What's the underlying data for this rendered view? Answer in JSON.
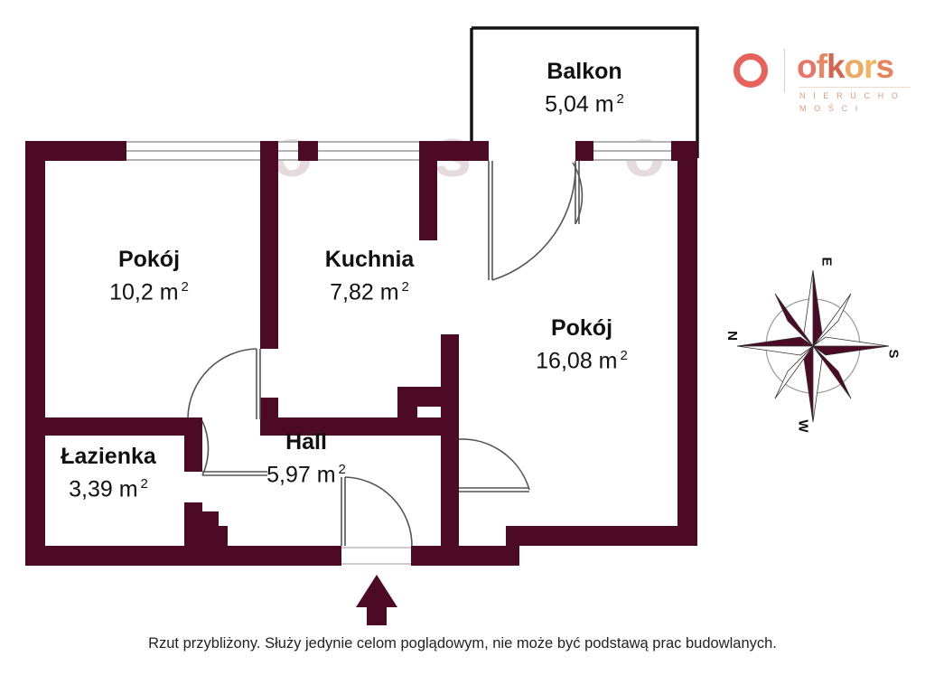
{
  "document": {
    "type": "floor-plan",
    "caption": "Rzut przybliżony. Służy jedynie celom poglądowym, nie może być podstawą prac budowlanych."
  },
  "brand": {
    "name": "ofkors",
    "name_letters": [
      "o",
      "f",
      "k",
      "o",
      "r",
      "s"
    ],
    "tagline": "N I E R U C H O M O Ś C I",
    "ring_color": "#e8615a",
    "accent_colors": [
      "#e8756a",
      "#e8875f",
      "#d4654f",
      "#eea960",
      "#f0b65f",
      "#e8825c"
    ]
  },
  "colors": {
    "wall": "#4d0a25",
    "wall_light": "#8d5a6d",
    "outline": "#111111",
    "door_line": "#555555",
    "background": "#ffffff"
  },
  "compass": {
    "labels": {
      "top": "E",
      "left": "N",
      "right": "S",
      "bottom": "W"
    }
  },
  "rooms": [
    {
      "id": "balkon",
      "name": "Balkon",
      "area": "5,04",
      "unit": "m",
      "exponent": "2"
    },
    {
      "id": "pokoj-1",
      "name": "Pokój",
      "area": "10,2",
      "unit": "m",
      "exponent": "2"
    },
    {
      "id": "kuchnia",
      "name": "Kuchnia",
      "area": "7,82",
      "unit": "m",
      "exponent": "2"
    },
    {
      "id": "pokoj-2",
      "name": "Pokój",
      "area": "16,08",
      "unit": "m",
      "exponent": "2"
    },
    {
      "id": "lazienka",
      "name": "Łazienka",
      "area": "3,39",
      "unit": "m",
      "exponent": "2"
    },
    {
      "id": "hall",
      "name": "Hall",
      "area": "5,97",
      "unit": "m",
      "exponent": "2"
    }
  ]
}
